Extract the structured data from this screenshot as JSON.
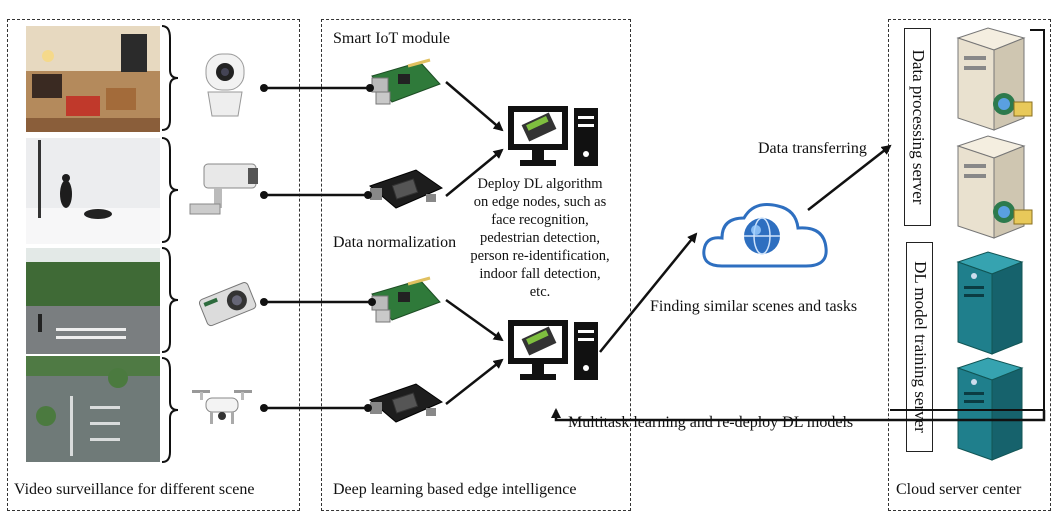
{
  "panels": {
    "video": "Video surveillance for different scene",
    "edge": "Deep learning based edge intelligence",
    "cloud": "Cloud server center"
  },
  "labels": {
    "iot_module": "Smart IoT module",
    "data_normalization": "Data normalization",
    "deploy_lines": [
      "Deploy DL algorithm",
      "on edge nodes, such as",
      "face recognition,",
      "pedestrian detection,",
      "person re-identification,",
      "indoor fall detection,",
      "etc."
    ],
    "data_transferring": "Data transferring",
    "finding_similar": "Finding similar scenes and tasks",
    "multitask": "Multitask learning and re-deploy DL models",
    "data_processing_server": "Data processing server",
    "dl_training_server": "DL model training server"
  },
  "icons": [
    "indoor-scene-photo",
    "snow-fall-scene-photo",
    "street-scene-photo",
    "parking-lot-aerial-photo",
    "dome-camera-icon",
    "bullet-camera-icon",
    "action-camera-icon",
    "drone-icon",
    "raspberry-pi-board-icon",
    "jetson-board-icon",
    "edge-computer-icon",
    "cloud-globe-icon",
    "beige-server-icon",
    "teal-server-icon"
  ],
  "colors": {
    "teal_server": "#1f7f8c",
    "beige_server": "#e9e1cf",
    "cloud_blue": "#2e6fc0",
    "board_green": "#2f7a3a"
  }
}
